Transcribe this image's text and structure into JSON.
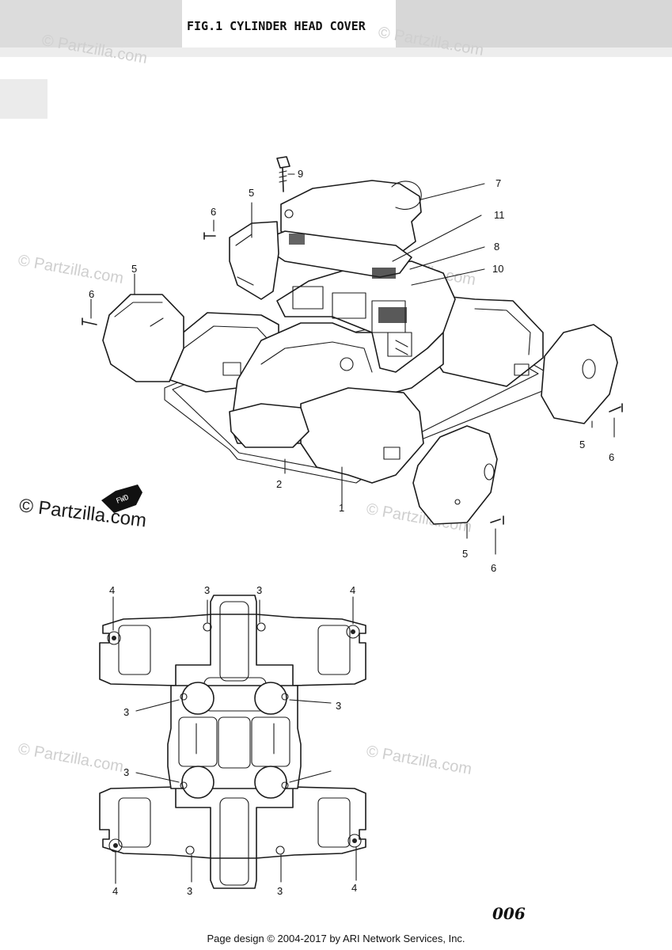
{
  "figure": {
    "title": "FIG.1  CYLINDER HEAD COVER",
    "page_code": "006"
  },
  "watermarks": {
    "main": "© Partzilla.com",
    "faint": "© Partzilla.com"
  },
  "callouts": {
    "upper": [
      "9",
      "7",
      "11",
      "8",
      "10",
      "5",
      "6",
      "5",
      "6",
      "5",
      "6",
      "5",
      "6",
      "2",
      "1"
    ],
    "lower": [
      "4",
      "3",
      "3",
      "4",
      "3",
      "3",
      "3",
      "4",
      "3",
      "3",
      "4"
    ]
  },
  "footer": {
    "text": "Page design © 2004-2017 by ARI Network Services, Inc."
  },
  "icons": {
    "front_arrow": "fwd-arrow-icon"
  }
}
